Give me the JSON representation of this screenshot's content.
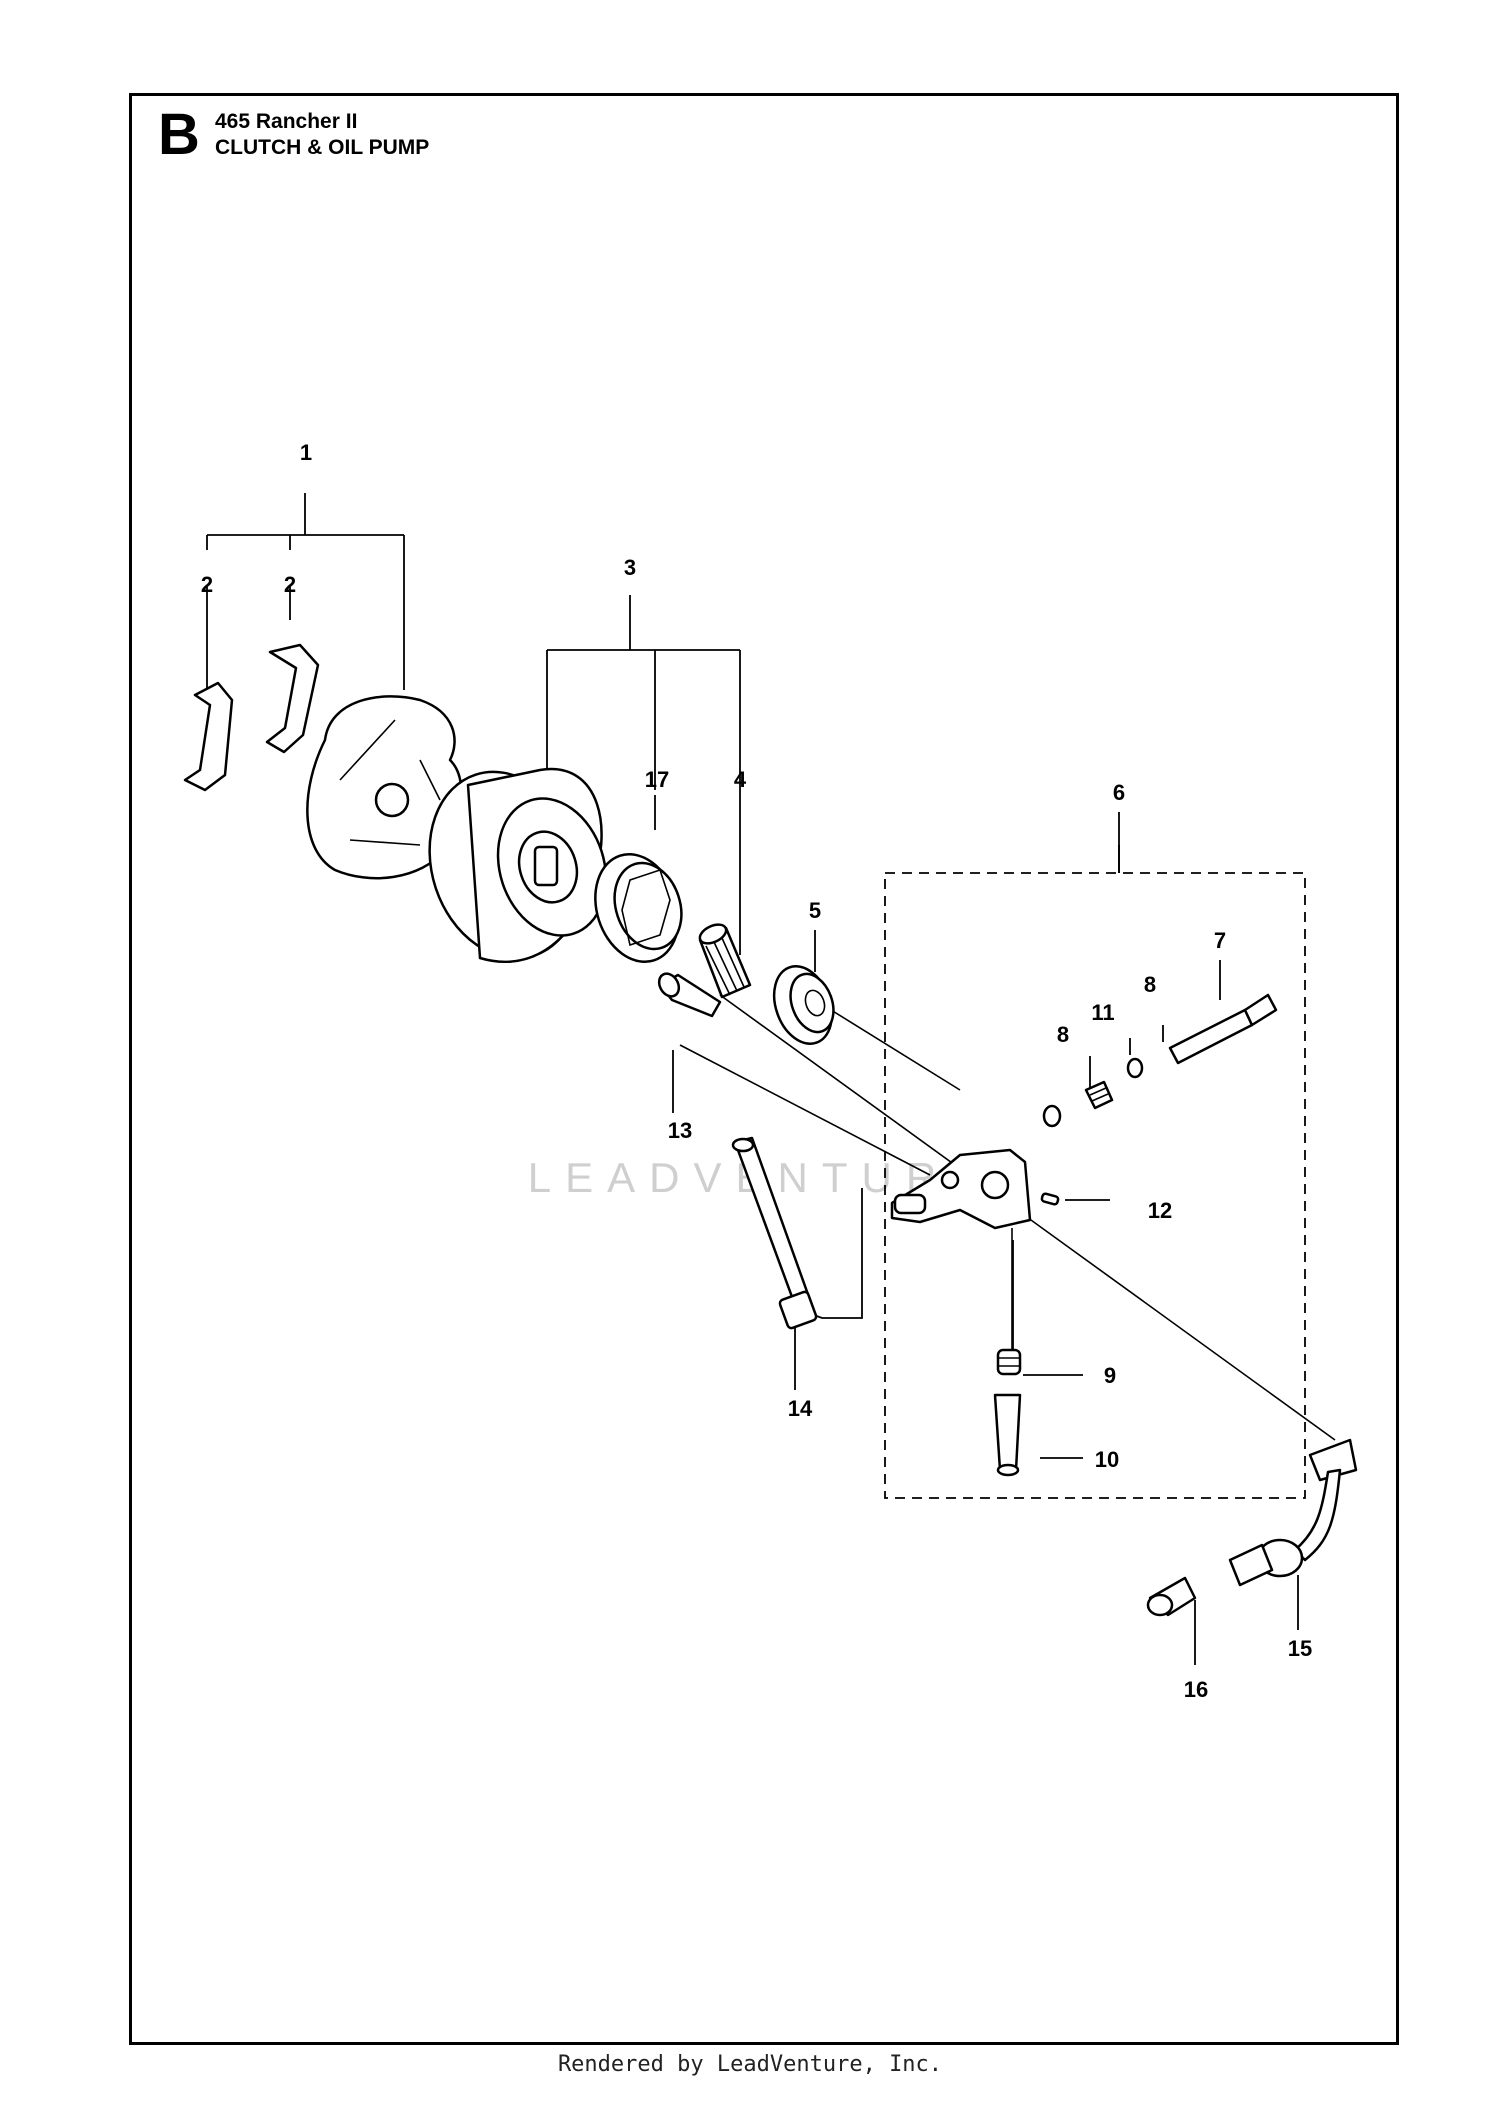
{
  "header": {
    "section_letter": "B",
    "model": "465 Rancher II",
    "title": "CLUTCH & OIL PUMP"
  },
  "watermark": "LEADVENTURE",
  "footer": "Rendered by LeadVenture, Inc.",
  "callouts": [
    {
      "id": "c1",
      "label": "1"
    },
    {
      "id": "c2a",
      "label": "2"
    },
    {
      "id": "c2b",
      "label": "2"
    },
    {
      "id": "c3",
      "label": "3"
    },
    {
      "id": "c4",
      "label": "4"
    },
    {
      "id": "c5",
      "label": "5"
    },
    {
      "id": "c6",
      "label": "6"
    },
    {
      "id": "c7",
      "label": "7"
    },
    {
      "id": "c8a",
      "label": "8"
    },
    {
      "id": "c8b",
      "label": "8"
    },
    {
      "id": "c9",
      "label": "9"
    },
    {
      "id": "c10",
      "label": "10"
    },
    {
      "id": "c11",
      "label": "11"
    },
    {
      "id": "c12",
      "label": "12"
    },
    {
      "id": "c13",
      "label": "13"
    },
    {
      "id": "c14",
      "label": "14"
    },
    {
      "id": "c15",
      "label": "15"
    },
    {
      "id": "c16",
      "label": "16"
    },
    {
      "id": "c17",
      "label": "17"
    }
  ]
}
